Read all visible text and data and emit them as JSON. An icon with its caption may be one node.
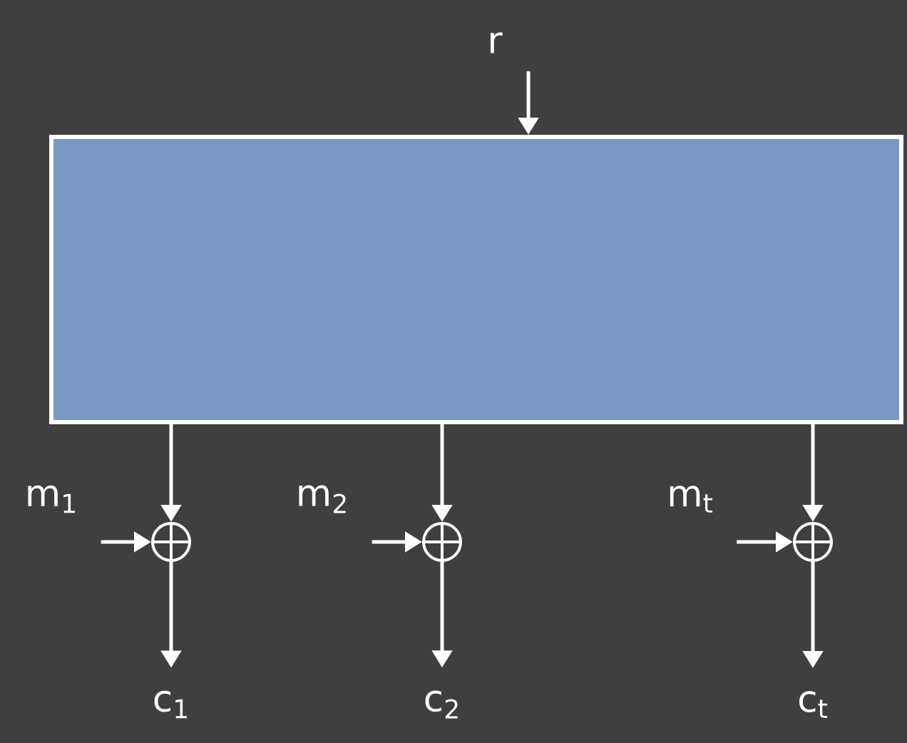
{
  "diagram": {
    "nodes": [
      {
        "text": [
          "r"
        ]
      },
      {
        "text": [],
        "shape": "box"
      },
      {
        "text": [
          "m$_{1}$"
        ]
      },
      {
        "text": [],
        "shape": "circle"
      },
      {
        "text": [
          "m$_{2}$"
        ]
      },
      {
        "text": [],
        "shape": "circle"
      },
      {
        "text": [
          "m$_{t}$"
        ]
      },
      {
        "text": [],
        "shape": "circle"
      },
      {
        "text": [
          "c$_{1}$"
        ]
      },
      {
        "text": [
          "c$_{2}$"
        ]
      },
      {
        "text": [
          "c$_{t}$"
        ]
      }
    ],
    "edges": [
      {
        "from": 0,
        "to": 1,
        "arrow": "to"
      },
      {
        "from": 1,
        "to": 3,
        "arrow": "to"
      },
      {
        "from": 1,
        "to": 5,
        "arrow": "to"
      },
      {
        "from": 1,
        "to": 7,
        "arrow": "to"
      },
      {
        "from": 2,
        "to": 3,
        "arrow": "to"
      },
      {
        "from": 4,
        "to": 5,
        "arrow": "to"
      },
      {
        "from": 6,
        "to": 7,
        "arrow": "to"
      },
      {
        "from": 3,
        "to": 8,
        "arrow": "to"
      },
      {
        "from": 5,
        "to": 9,
        "arrow": "to"
      },
      {
        "from": 7,
        "to": 10,
        "arrow": "to"
      }
    ]
  }
}
